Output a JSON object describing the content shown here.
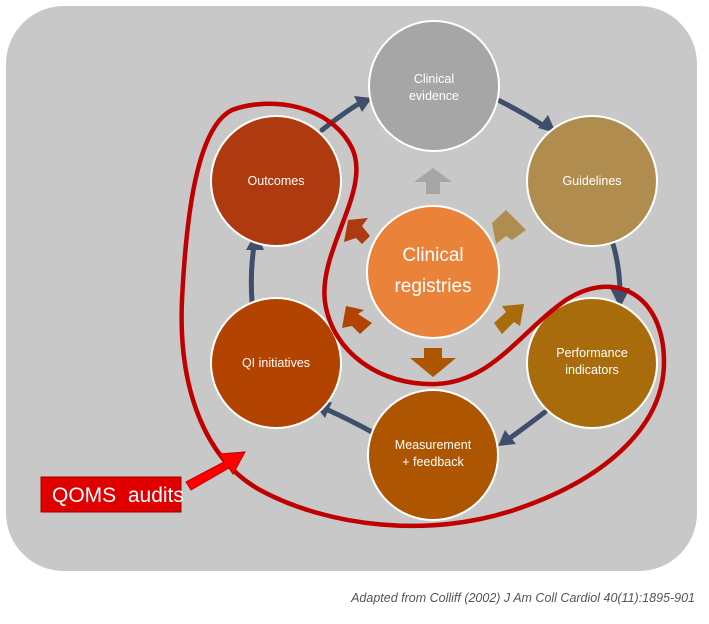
{
  "nodes": {
    "evidence": {
      "line1": "Clinical",
      "line2": "evidence"
    },
    "guidelines": {
      "line1": "Guidelines"
    },
    "performance": {
      "line1": "Performance",
      "line2": "indicators"
    },
    "measurement": {
      "line1": "Measurement",
      "line2": "+ feedback"
    },
    "qi": {
      "line1": "QI initiatives"
    },
    "outcomes": {
      "line1": "Outcomes"
    },
    "registries": {
      "line1": "Clinical",
      "line2": "registries"
    }
  },
  "callout": {
    "label": "QOMS  audits"
  },
  "citation": {
    "text": "Adapted from Colliff (2002) J Am Coll Cardiol 40(11):1895-901"
  },
  "colors": {
    "panel": "#c8c8c8",
    "evidence": "#a6a6a6",
    "guidelines": "#b08d4f",
    "performance": "#a86c0c",
    "measurement": "#ad5500",
    "qi": "#b34300",
    "outcomes": "#b03a10",
    "registries": "#ea8339",
    "cycle_arrow": "#3f4f6b",
    "highlight": "#c00000",
    "callout": "#e00000"
  }
}
